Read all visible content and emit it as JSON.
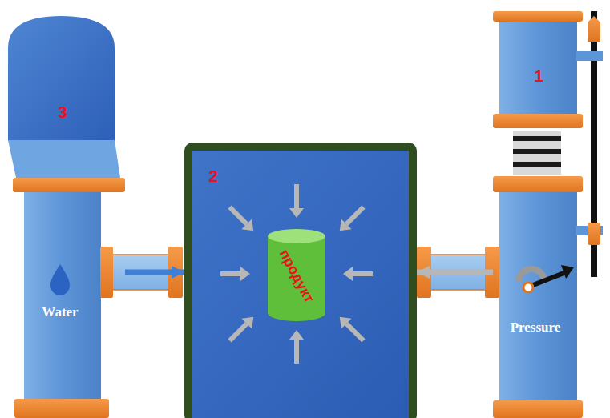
{
  "diagram": {
    "nodes": [
      {
        "text": [
          "3",
          "Water"
        ]
      },
      {
        "text": [
          "2"
        ]
      },
      {
        "text": [
          "продукт"
        ],
        "in": 1
      },
      {
        "text": [
          "1",
          "Pressure"
        ]
      }
    ],
    "edges": [
      {
        "from": 0,
        "to": 1,
        "arrow": "to"
      },
      {
        "from": 3,
        "to": 1,
        "arrow": "to"
      }
    ]
  }
}
